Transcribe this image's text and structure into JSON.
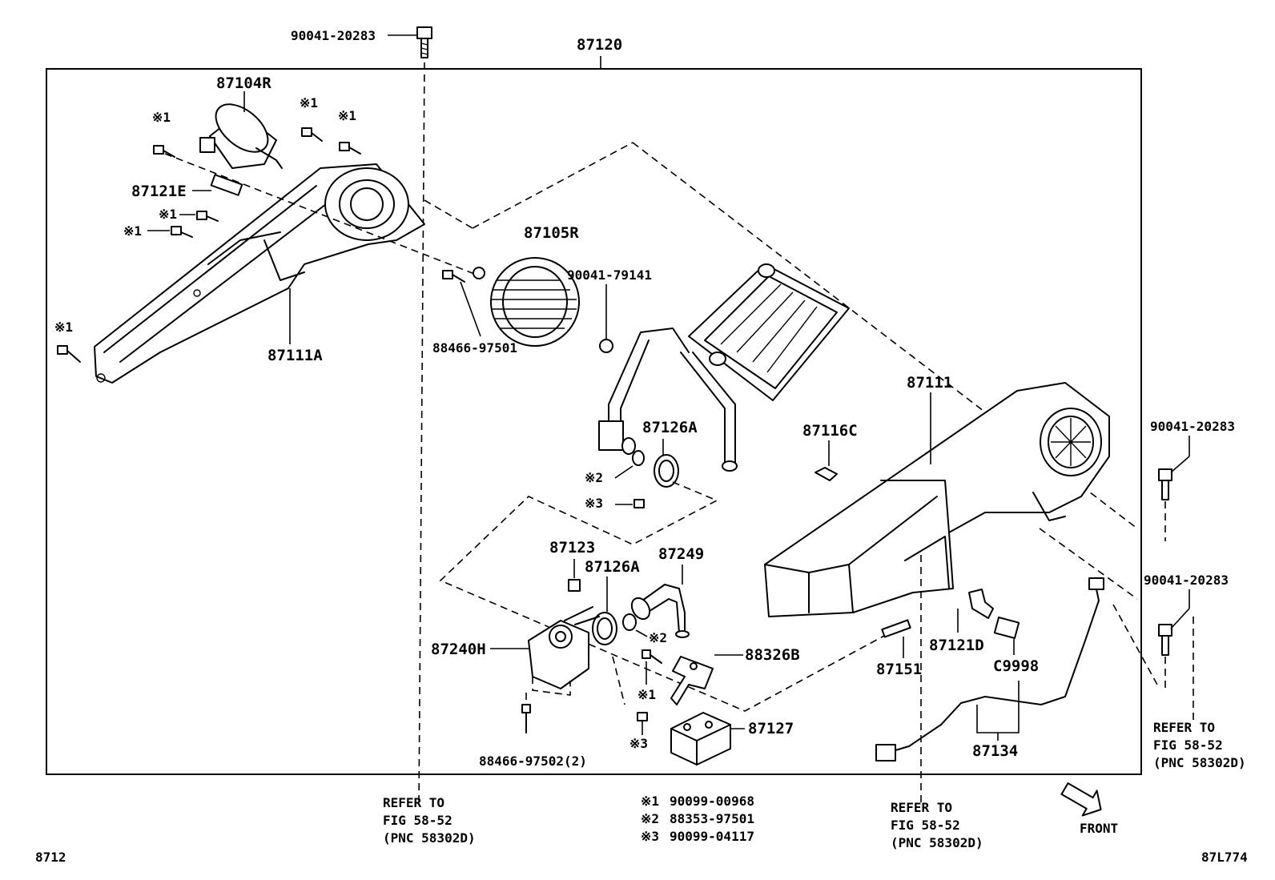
{
  "assembly": {
    "part_no": "87120"
  },
  "parts": {
    "p90041_20283_top": "90041-20283",
    "p87104R": "87104R",
    "p87121E": "87121E",
    "p87111A": "87111A",
    "p87105R": "87105R",
    "p90041_79141": "90041-79141",
    "p88466_97501": "88466-97501",
    "p87126A_1": "87126A",
    "p87126A_2": "87126A",
    "p87123": "87123",
    "p87249": "87249",
    "p87240H": "87240H",
    "p88326B": "88326B",
    "p87127": "87127",
    "p88466_97502": "88466-97502(2)",
    "p87116C": "87116C",
    "p87111": "87111",
    "p90041_20283_r1": "90041-20283",
    "p90041_20283_r2": "90041-20283",
    "p87121D": "87121D",
    "p87151": "87151",
    "pC9998": "C9998",
    "p87134": "87134"
  },
  "marks": {
    "m1": "※1",
    "m2": "※2",
    "m3": "※3"
  },
  "refer_left": [
    "REFER TO",
    "FIG 58-52",
    "(PNC 58302D)"
  ],
  "refer_mid": [
    "REFER TO",
    "FIG 58-52",
    "(PNC 58302D)"
  ],
  "refer_right": [
    "REFER TO",
    "FIG 58-52",
    "(PNC 58302D)"
  ],
  "legend": [
    {
      "mark": "※1",
      "part": "90099-00968"
    },
    {
      "mark": "※2",
      "part": "88353-97501"
    },
    {
      "mark": "※3",
      "part": "90099-04117"
    }
  ],
  "front_label": "FRONT",
  "figure_no": "8712",
  "illustration_no": "87L774",
  "icons": [
    "front-arrow-icon"
  ]
}
